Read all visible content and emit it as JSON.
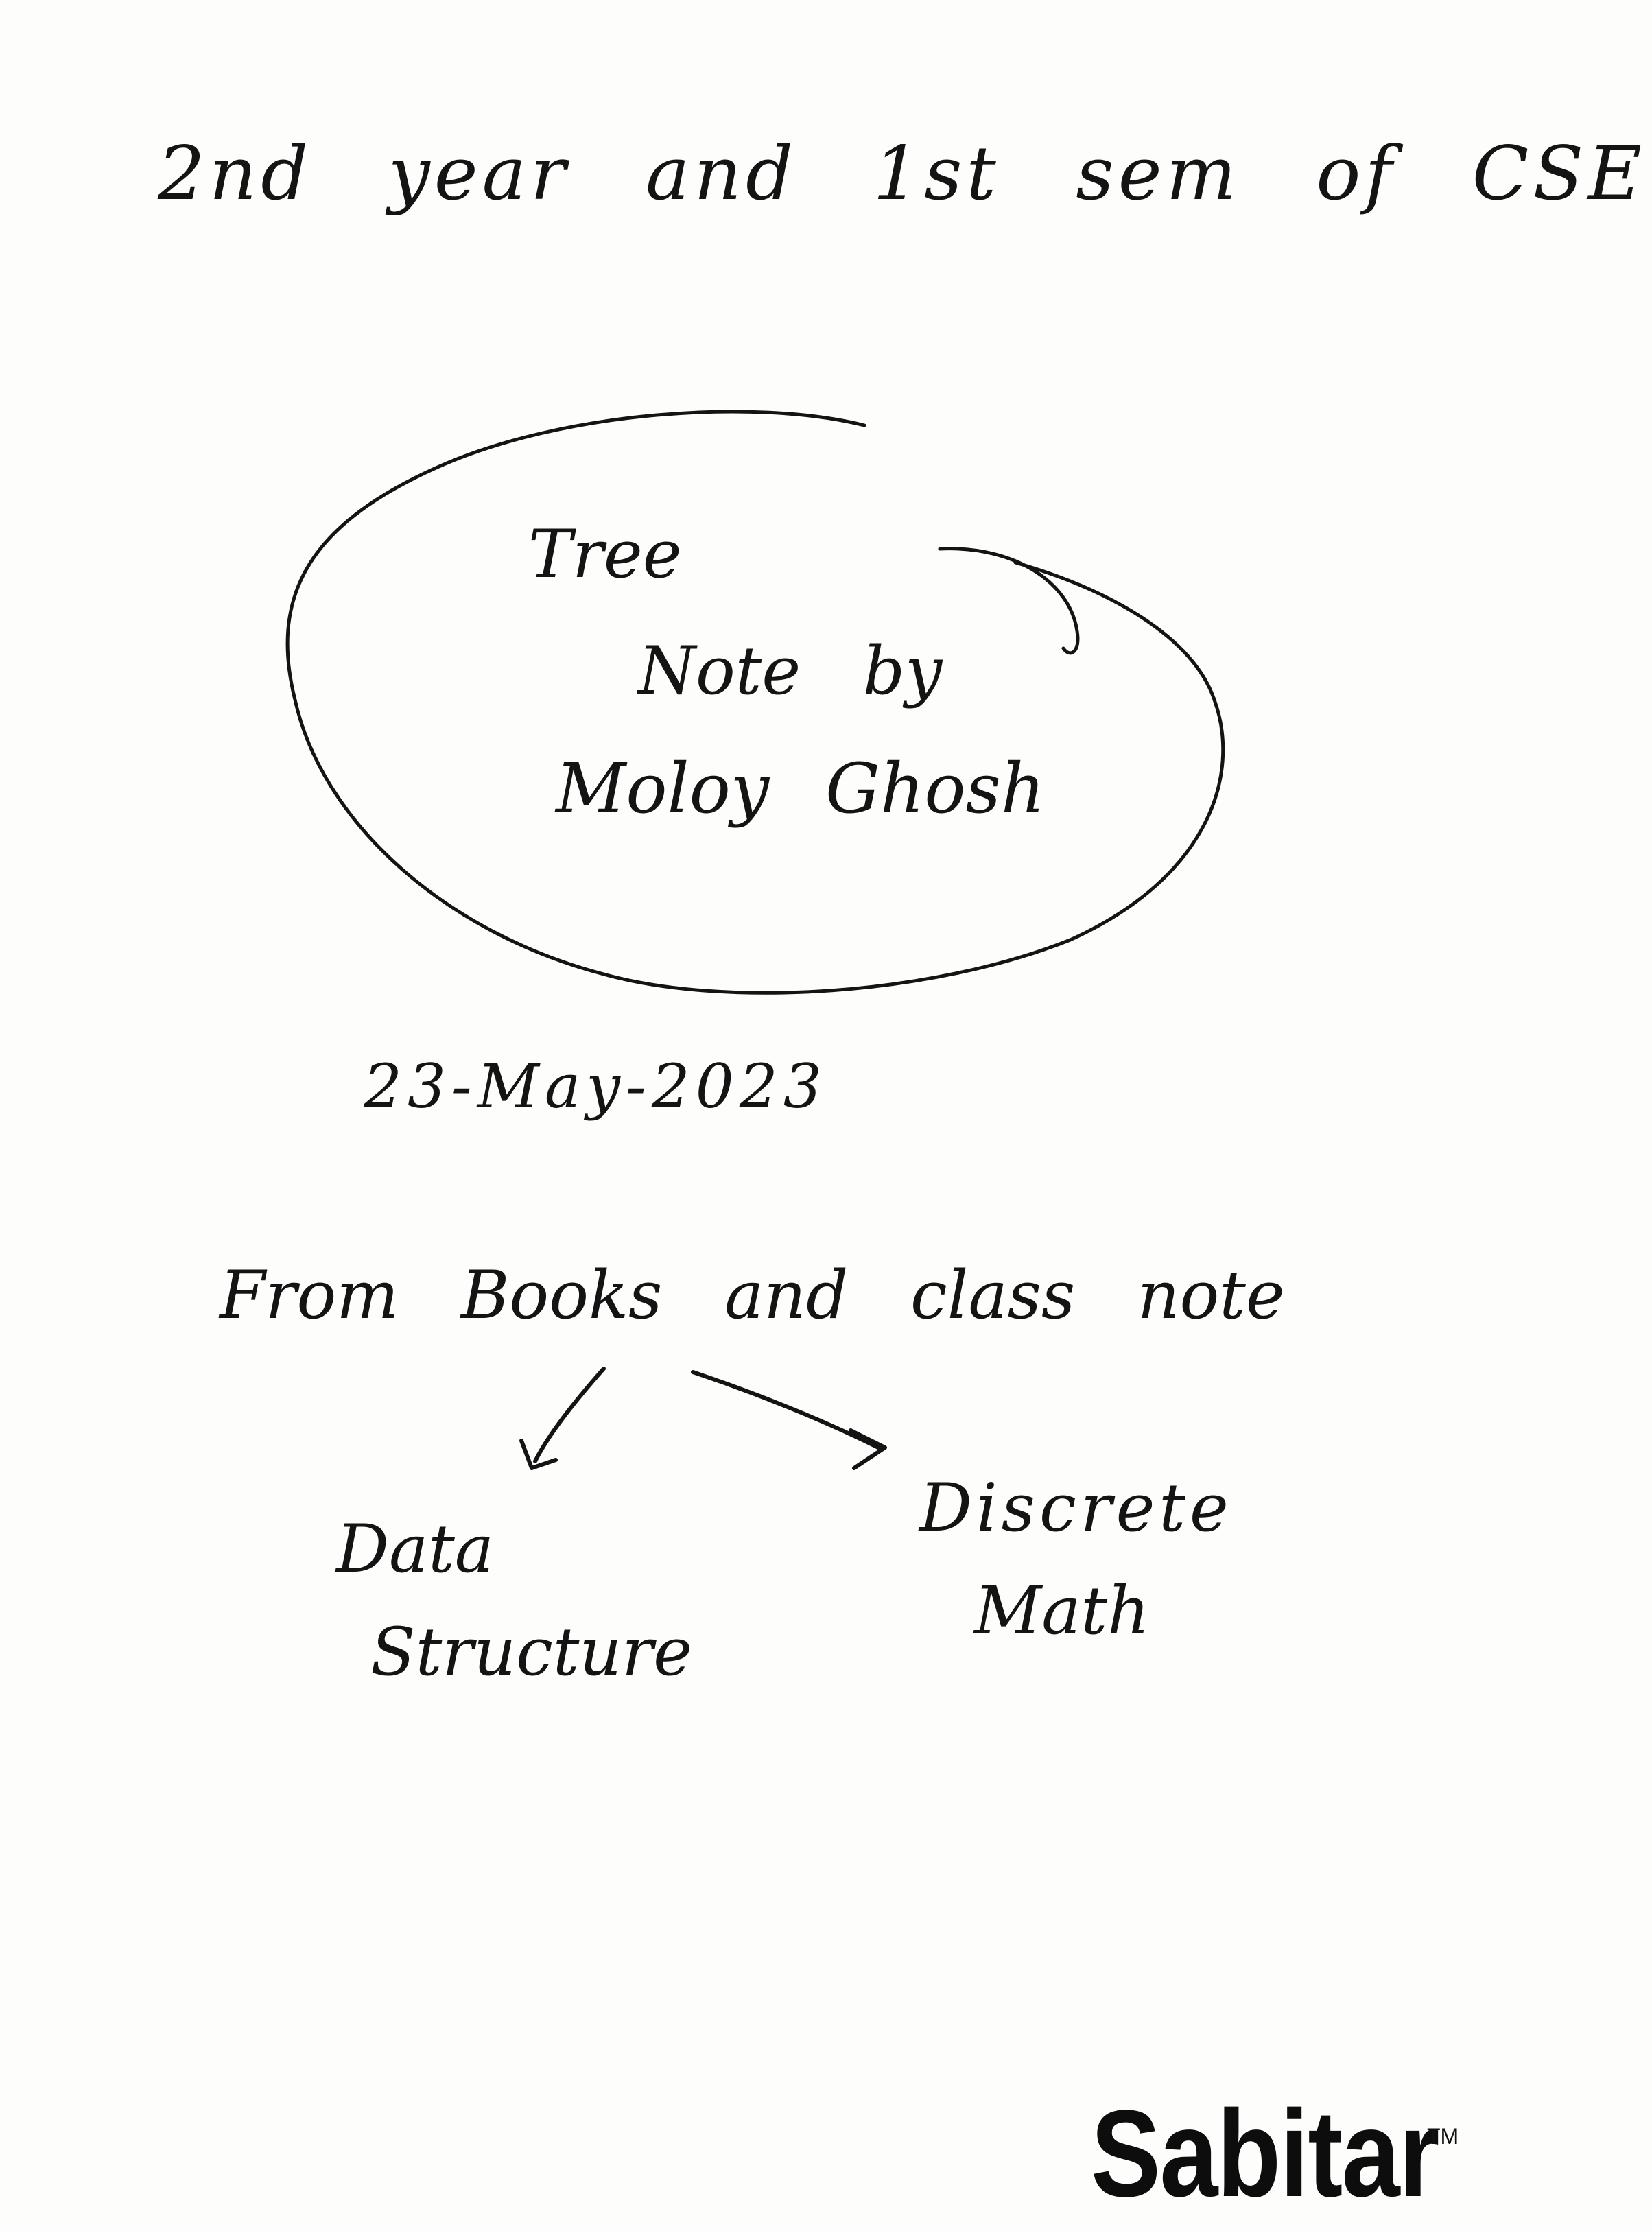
{
  "heading": "2nd year and 1st sem of CSE",
  "note": {
    "title": "Tree",
    "byline": "Note by",
    "author": "Moloy Ghosh"
  },
  "date": "23-May-2023",
  "source": "From Books and class note",
  "topics": {
    "left_line1": "Data",
    "left_line2": "Structure",
    "right_line1": "Discrete",
    "right_line2": "Math"
  },
  "brand": {
    "name": "Sabitar",
    "tm": "TM"
  },
  "colors": {
    "ink": "#141414",
    "paper": "#fdfdfc"
  }
}
